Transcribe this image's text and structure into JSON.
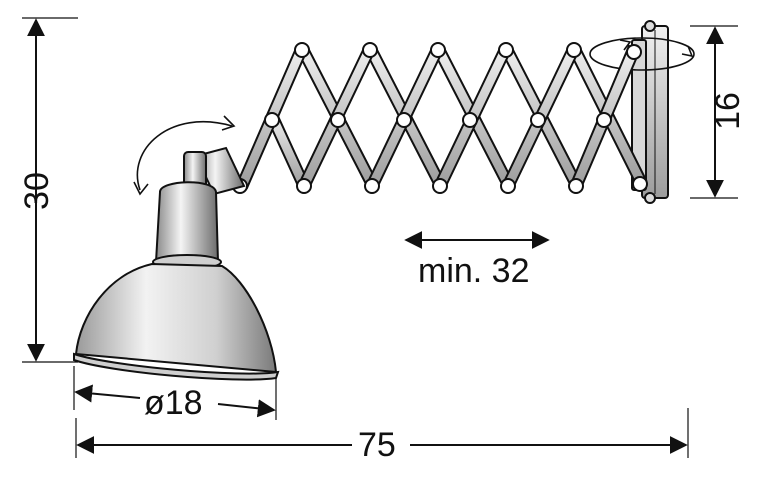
{
  "dimensions": {
    "height_total": "30",
    "arm_height": "16",
    "min_extension": "min. 32",
    "shade_diameter": "ø18",
    "total_length": "75"
  },
  "colors": {
    "ink": "#111111",
    "metal_light": "#e6e6e6",
    "metal_mid": "#bdbdbd",
    "metal_dark": "#6e6e6e"
  }
}
